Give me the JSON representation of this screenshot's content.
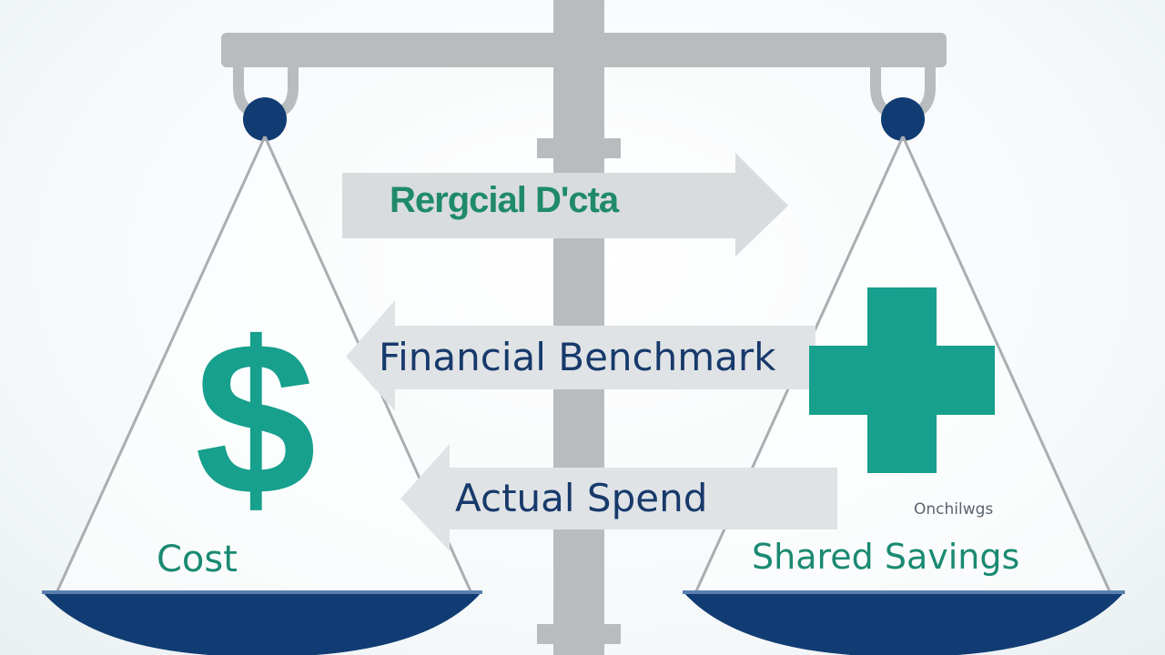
{
  "arrows": {
    "top_label": "Rergcial D'cta",
    "middle_label": "Financial Benchmark",
    "bottom_label": "Actual Spend"
  },
  "pans": {
    "left_label": "Cost",
    "right_label": "Shared Savings"
  },
  "symbols": {
    "left": "$",
    "right_icon": "medical-cross-icon"
  },
  "watermark": "Onchilwgs",
  "colors": {
    "teal": "#16a08d",
    "navy": "#173a6b",
    "beam": "#b5b8ba",
    "pan": "#113c73"
  }
}
